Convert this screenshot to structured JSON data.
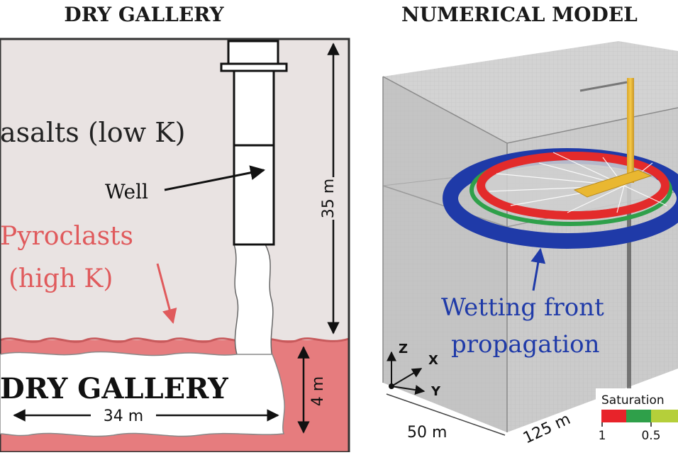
{
  "left_panel": {
    "header": "DRY GALLERY",
    "basalts_label": "asalts (low K)",
    "well_label": "Well",
    "pyroclasts_line1": "Pyroclasts",
    "pyroclasts_line2": "(high K)",
    "gallery_label": "DRY GALLERY",
    "depth_35": "35 m",
    "height_4": "4 m",
    "width_34": "34 m",
    "colors": {
      "basalt": "#e9e3e2",
      "pyroclast": "#e67c7e",
      "pyro_text": "#e05a5c"
    }
  },
  "right_panel": {
    "header": "NUMERICAL MODEL",
    "wetting_line1": "Wetting front",
    "wetting_line2": "propagation",
    "axis_z": "Z",
    "axis_x": "X",
    "axis_y": "Y",
    "dim_50": "50 m",
    "dim_125": "125 m",
    "legend_title": "Saturation",
    "legend_ticks": [
      "1",
      "0.5"
    ],
    "legend_colors": [
      "#e8232a",
      "#2fa04a",
      "#b5cf3a"
    ],
    "colors": {
      "front_blue": "#1f3aa8",
      "front_red": "#e32b2b",
      "well_yellow": "#e9b731"
    }
  }
}
